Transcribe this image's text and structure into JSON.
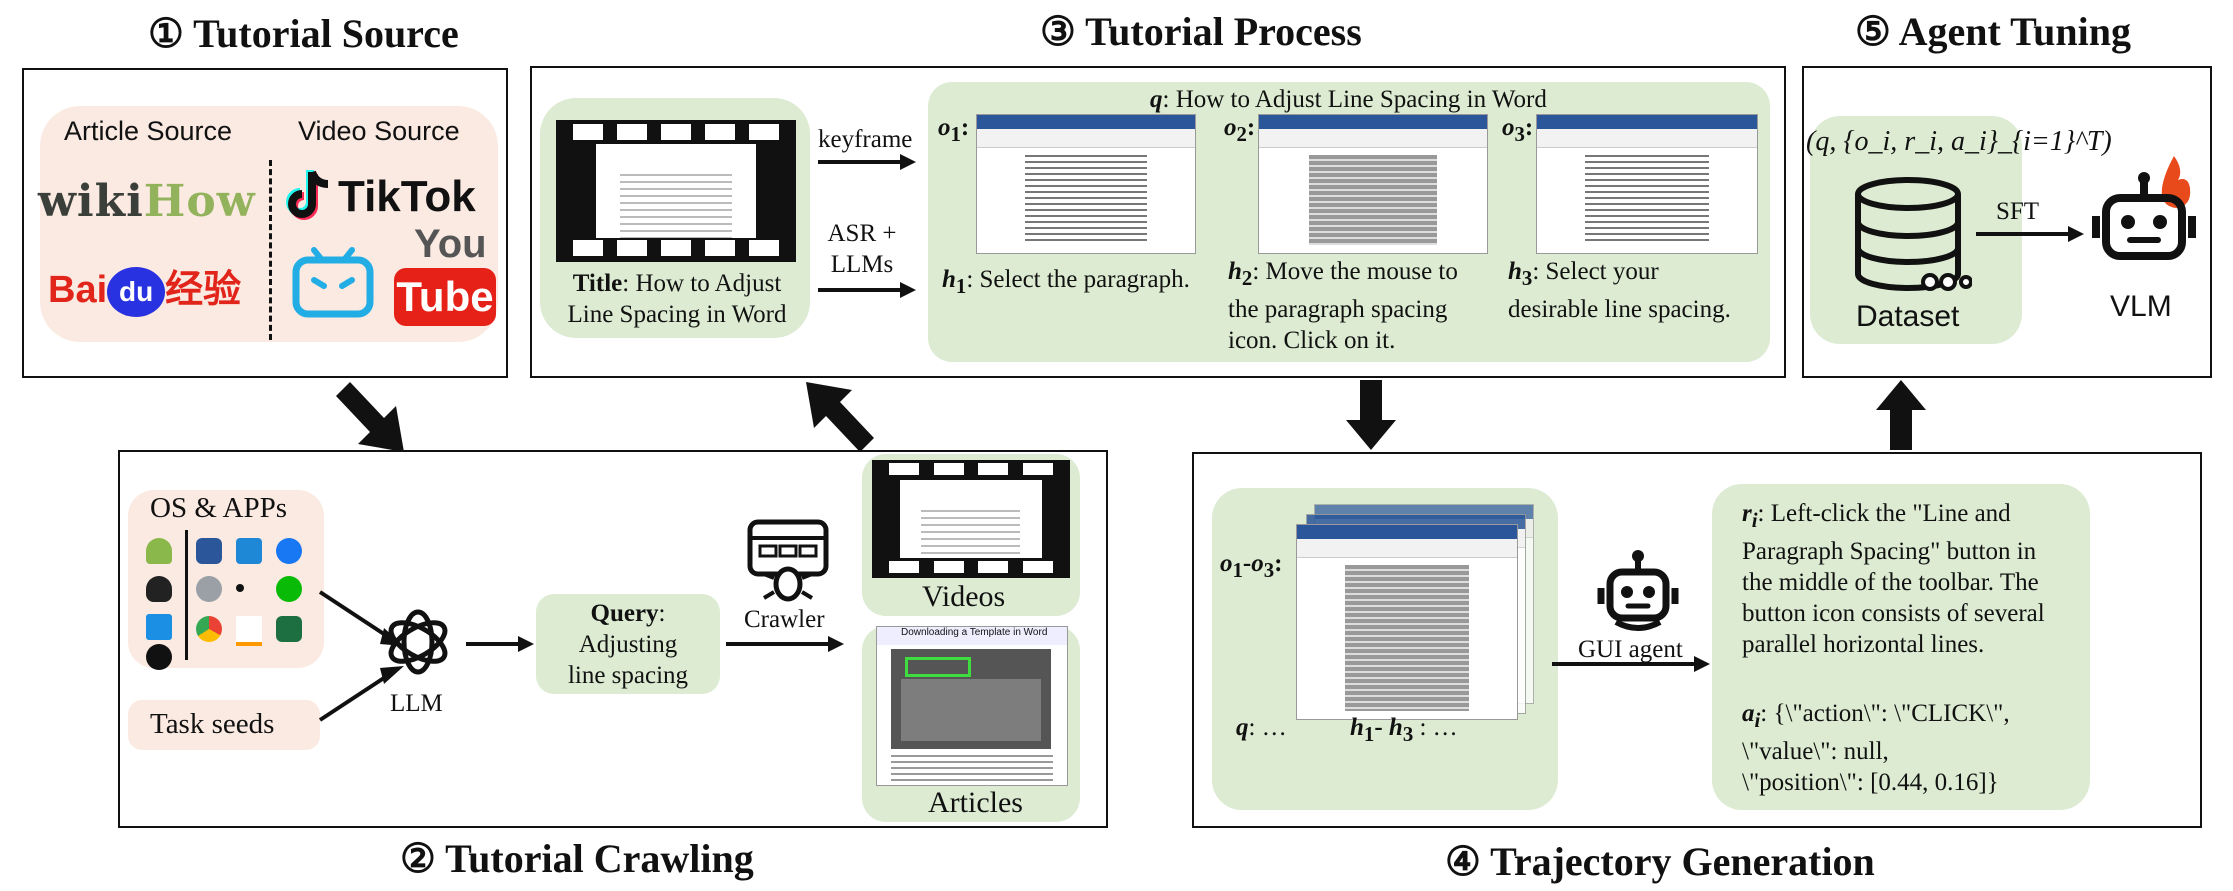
{
  "sections": {
    "s1": "① Tutorial Source",
    "s2": "② Tutorial Crawling",
    "s3": "③ Tutorial Process",
    "s4": "④ Trajectory Generation",
    "s5": "⑤ Agent Tuning"
  },
  "source": {
    "article_label": "Article Source",
    "video_label": "Video Source",
    "wikihow_a": "wiki",
    "wikihow_b": "How",
    "baidu_a": "Bai",
    "baidu_b": "du",
    "baidu_c": "经验",
    "tiktok": "TikTok",
    "youtube_a": "You",
    "youtube_b": "Tube"
  },
  "process": {
    "keyframe": "keyframe",
    "asr_a": "ASR +",
    "asr_b": "LLMs",
    "title_bold": "Title",
    "title_rest_a": ": How to Adjust",
    "title_rest_b": "Line Spacing in Word",
    "q_label": "q",
    "q_text": ": How to Adjust Line Spacing in Word",
    "o1": "o",
    "o1_sub": "1",
    "o2": "o",
    "o2_sub": "2",
    "o3": "o",
    "o3_sub": "3",
    "h1": "h",
    "h1_sub": "1",
    "h1_text": ": Select the paragraph.",
    "h2": "h",
    "h2_sub": "2",
    "h2_text_a": ": Move the mouse to",
    "h2_text_b": "the paragraph spacing",
    "h2_text_c": "icon. Click on it.",
    "h3": "h",
    "h3_sub": "3",
    "h3_text_a": ": Select your",
    "h3_text_b": "desirable line spacing."
  },
  "tuning": {
    "formula": "(q, {o_i, r_i, a_i}_{i=1}^T)",
    "dataset": "Dataset",
    "sft": "SFT",
    "vlm": "VLM"
  },
  "crawling": {
    "os_apps": "OS & APPs",
    "task_seeds": "Task seeds",
    "llm": "LLM",
    "query_bold": "Query",
    "query_text_a": "Adjusting",
    "query_text_b": "line spacing",
    "crawler": "Crawler",
    "videos": "Videos",
    "articles": "Articles",
    "article_heading": "Downloading a Template in Word"
  },
  "trajectory": {
    "o_range": "o",
    "o_range_1": "1",
    "o_range_3": "3",
    "q_dots": ": …",
    "h_range": "h",
    "h_range_1": "1",
    "h_range_3": "3",
    "h_dots": " : …",
    "gui_agent": "GUI agent",
    "r_label": "r",
    "r_sub": "i",
    "r_text_a": ": Left-click the \"Line and",
    "r_text_b": "Paragraph Spacing\" button in",
    "r_text_c": "the middle of the toolbar. The",
    "r_text_d": "button icon consists of several",
    "r_text_e": "parallel horizontal lines.",
    "a_label": "a",
    "a_sub": "i",
    "a_text_a": ": {\\\"action\\\": \\\"CLICK\\\",",
    "a_text_b": "\\\"value\\\": null,",
    "a_text_c": "\\\"position\\\": [0.44, 0.16]}"
  },
  "colors": {
    "green_panel": "#dcebd2",
    "peach_panel": "#fbeae2",
    "wikihow_dark": "#3a3f3a",
    "wikihow_green": "#93b25c",
    "baidu_red": "#e1251b",
    "baidu_blue": "#2932e1",
    "youtube_red": "#e62117",
    "bilibili_blue": "#23ade5"
  }
}
